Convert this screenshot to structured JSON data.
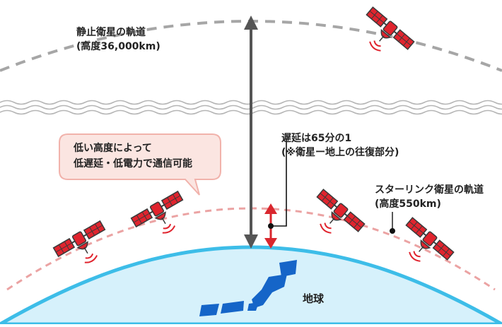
{
  "labels": {
    "geo_orbit_line1": "静止衛星の軌道",
    "geo_orbit_line2": "(高度36,000km)",
    "latency_line1": "遅延は65分の1",
    "latency_line2": "(※衛星ー地上の往復部分)",
    "callout_line1": "低い高度によって",
    "callout_line2": "低遅延・低電力で通信可能",
    "starlink_orbit_line1": "スターリンク衛星の軌道",
    "starlink_orbit_line2": "(高度550km)",
    "earth_label": "地球"
  },
  "colors": {
    "earth_fill": "#d6f1fb",
    "earth_edge": "#3dbde8",
    "japan": "#1565c8",
    "satellite_red": "#e0242e",
    "satellite_dark": "#3a3a3a",
    "geo_orbit": "#a6a6a6",
    "starlink_orbit": "#eba3a3",
    "callout_bg": "#fbe5e1",
    "callout_border": "#f1b2ab",
    "arrow_gray": "#555555",
    "arrow_red": "#d9272e"
  },
  "icons": [
    "satellite-icon",
    "japan-map-icon",
    "wave-break-icon"
  ]
}
